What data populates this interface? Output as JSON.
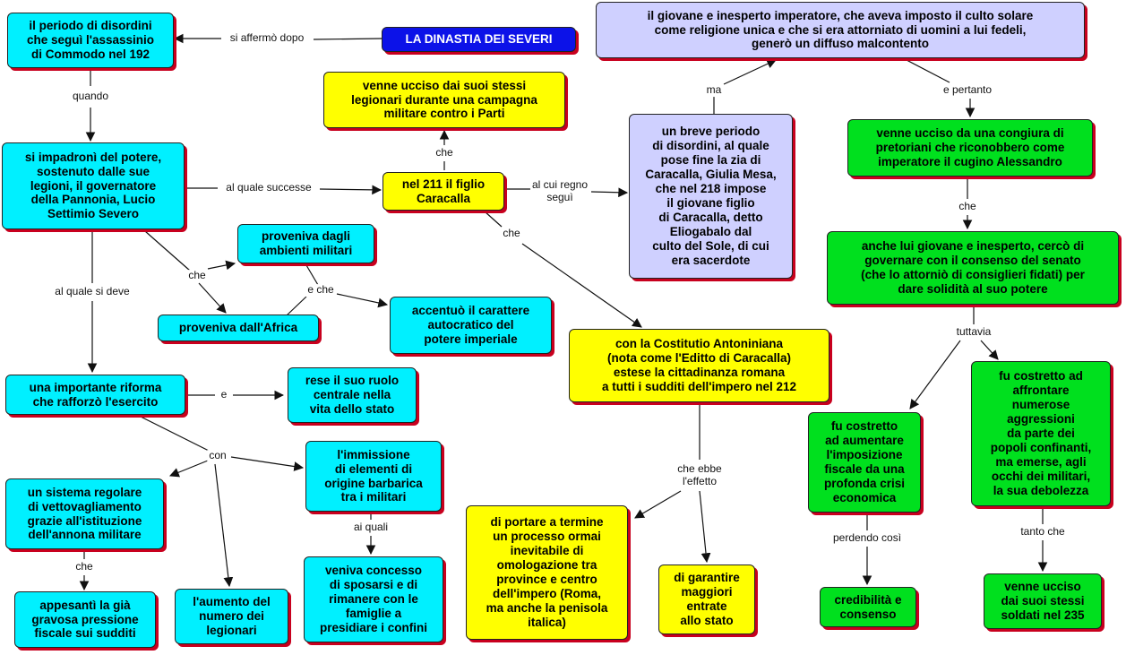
{
  "nodes": {
    "title": "LA DINASTIA DEI SEVERI",
    "disordini": "il periodo di disordini\nche seguì l'assassinio\ndi Commodo nel 192",
    "settimio": "si impadronì del potere,\nsostenuto dalle sue\nlegioni, il governatore\ndella Pannonia, Lucio\nSettimio Severo",
    "militari": "proveniva dagli\nambienti militari",
    "africa": "proveniva dall'Africa",
    "autocratico": "accentuò il carattere\nautocratico del\npotere imperiale",
    "riforma": "una importante riforma\nche rafforzò l'esercito",
    "ruolo": "rese il suo ruolo\ncentrale nella\nvita dello stato",
    "vettovagliamento": "un sistema regolare\ndi vettovagliamento\ngrazie all'istituzione\ndell'annona militare",
    "appesanti": "appesantì la già\ngravosa pressione\nfiscale sui sudditi",
    "aumento": "l'aumento del\nnumero dei\nlegionari",
    "immissione": "l'immissione\ndi elementi di\norigine barbarica\ntra i militari",
    "concesso": "veniva concesso\ndi sposarsi e di\nrimanere con le\nfamiglie a\npresidiare i confini",
    "ucciso_parti": "venne ucciso dai suoi stessi\nlegionari durante una campagna\nmilitare contro i Parti",
    "caracalla": "nel 211 il figlio\nCaracalla",
    "costitutio": "con la Costitutio Antoniniana\n(nota come l'Editto di Caracalla)\nestese la cittadinanza romana\na tutti i sudditi dell'impero nel 212",
    "omologazione": "di portare a termine\nun processo ormai\ninevitabile di\nomologazione tra\nprovince e centro\ndell'impero (Roma,\nma anche la penisola\nitalica)",
    "entrate": "di garantire\nmaggiori\nentrate\nallo stato",
    "breve": "un breve periodo\ndi disordini, al quale\npose fine la zia di\nCaracalla, Giulia Mesa,\nche nel 218 impose\nil giovane figlio\ndi Caracalla, detto\nEliogabalo dal\nculto del Sole, di cui\nera sacerdote",
    "giovane": "il giovane e inesperto imperatore, che aveva imposto il culto solare\ncome religione unica e che si era attorniato di uomini a lui fedeli,\ngenerò un diffuso malcontento",
    "congiura": "venne ucciso da una congiura di\npretoriani che riconobbero come\nimperatore il cugino Alessandro",
    "anche_lui": "anche lui giovane e inesperto, cercò di\ngovernare con il consenso del senato\n(che lo attorniò di consiglieri fidati) per\ndare solidità al suo potere",
    "imposizione": "fu costretto\nad aumentare\nl'imposizione\nfiscale da una\nprofonda crisi\neconomica",
    "aggressioni": "fu costretto ad\naffrontare\nnumerose\naggressioni\nda parte dei\npopoli confinanti,\nma emerse, agli\nocchi dei militari,\nla sua debolezza",
    "credibilita": "credibilità e\nconsenso",
    "ucciso_235": "venne ucciso\ndai suoi stessi\nsoldati nel 235"
  },
  "links": {
    "si_affermo": "si affermò dopo",
    "quando": "quando",
    "al_quale_successe": "al quale successe",
    "che_a": "che",
    "e_che": "e che",
    "al_quale_si_deve": "al quale si deve",
    "e": "e",
    "con": "con",
    "che_b": "che",
    "ai_quali": "ai quali",
    "che_c": "che",
    "che_d": "che",
    "al_cui_regno": "al cui regno\nseguì",
    "che_ebbe": "che ebbe\nl'effetto",
    "ma": "ma",
    "e_pertanto": "e pertanto",
    "che_e": "che",
    "tuttavia": "tuttavia",
    "perdendo": "perdendo così",
    "tanto_che": "tanto che"
  },
  "colors": {
    "cyan": "#00f0ff",
    "yellow": "#ffff00",
    "green": "#00e01e",
    "lavender": "#cfd0ff",
    "title_blue": "#0c12e8",
    "shadow_red": "#c8001e"
  }
}
